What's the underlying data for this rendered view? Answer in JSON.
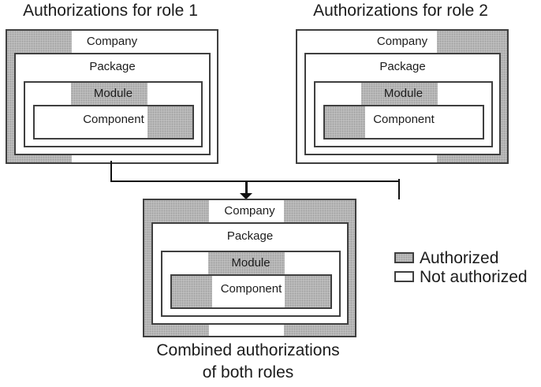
{
  "titles": {
    "role1": "Authorizations for role 1",
    "role2": "Authorizations for role 2"
  },
  "caption": {
    "line1": "Combined authorizations",
    "line2": "of both roles"
  },
  "labels": {
    "company": "Company",
    "package": "Package",
    "module": "Module",
    "component": "Component"
  },
  "legend": {
    "authorized": "Authorized",
    "not_authorized": "Not authorized"
  },
  "authorizations": {
    "role1": {
      "company": "left",
      "module": "middle",
      "component": "right"
    },
    "role2": {
      "company": "right",
      "module": "middle",
      "component": "left"
    },
    "combined": {
      "company": "left+right",
      "module": "middle",
      "component": "left+right"
    }
  },
  "colors": {
    "authorized_fill": "#c2c2c2",
    "authorized_dot": "#a0a0a0",
    "not_authorized_fill": "#ffffff",
    "box_border": "#3f3f3f",
    "line": "#111111",
    "text": "#1c1c1c",
    "page_bg": "#ffffff"
  }
}
